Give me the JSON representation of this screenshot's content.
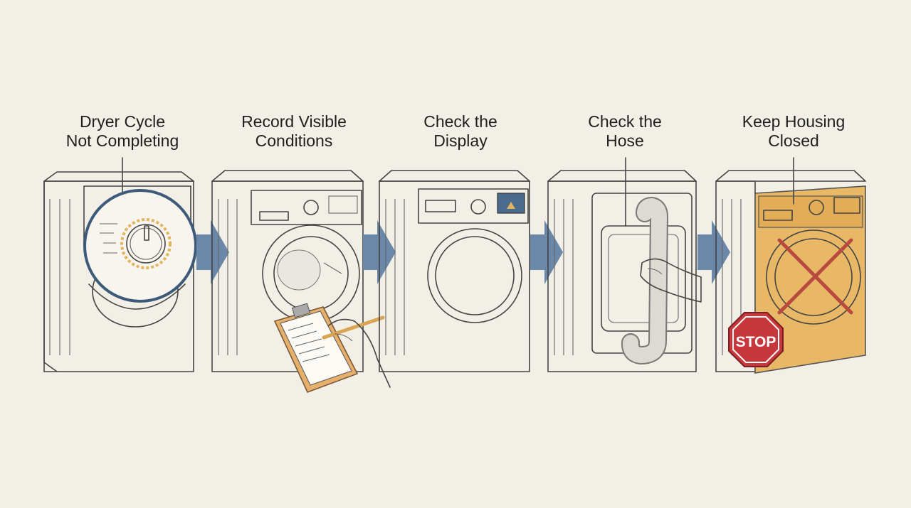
{
  "steps": [
    {
      "id": "dryer-cycle",
      "line1": "Dryer Cycle",
      "line2": "Not Completing"
    },
    {
      "id": "record-conditions",
      "line1": "Record Visible",
      "line2": "Conditions"
    },
    {
      "id": "check-display",
      "line1": "Check the",
      "line2": "Display"
    },
    {
      "id": "check-hose",
      "line1": "Check the",
      "line2": "Hose"
    },
    {
      "id": "keep-closed",
      "line1": "Keep Housing",
      "line2": "Closed"
    }
  ],
  "stop_sign": {
    "text": "STOP"
  },
  "colors": {
    "background": "#f1efe6",
    "arrow": "#6b88a8",
    "accent": "#e2b45f",
    "housing": "#e8b866",
    "stop": "#c8373b",
    "cross": "#b84a3f",
    "ring": "#3d5a78"
  },
  "icons": [
    "dryer-icon",
    "magnifier-ring-icon",
    "clipboard-icon",
    "pencil-icon",
    "display-panel-icon",
    "hose-icon",
    "hand-icon",
    "cross-icon",
    "stop-sign-icon",
    "arrow-right-icon"
  ]
}
